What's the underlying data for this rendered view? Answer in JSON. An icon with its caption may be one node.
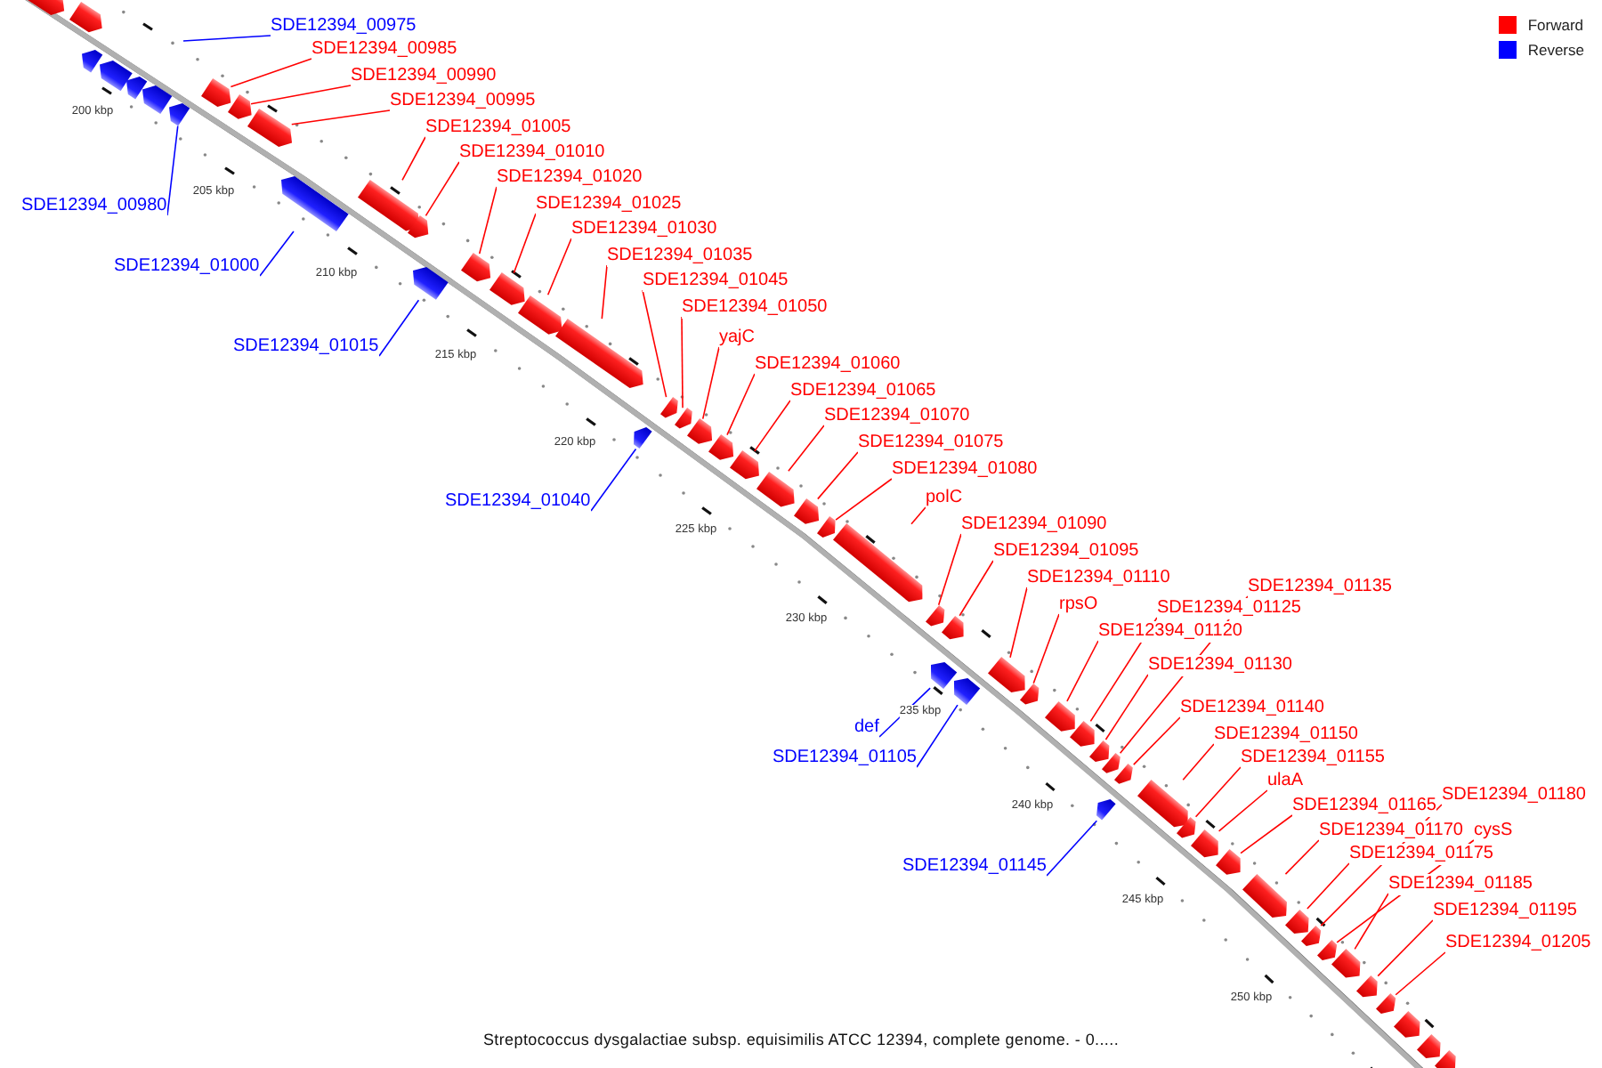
{
  "diagram": {
    "caption": "Streptococcus dysgalactiae subsp. equisimilis ATCC 12394, complete genome. - 0.....",
    "nodes": [
      {
        "text": [
          "SDE12394_00975"
        ]
      },
      {
        "text": [
          "SDE12394_00980"
        ]
      },
      {
        "text": [
          "SDE12394_01000"
        ]
      },
      {
        "text": [
          "SDE12394_01015"
        ]
      },
      {
        "text": [
          "SDE12394_01040"
        ]
      },
      {
        "text": [
          "def"
        ]
      },
      {
        "text": [
          "SDE12394_01105"
        ]
      },
      {
        "text": [
          "SDE12394_01145"
        ]
      },
      {
        "text": [
          "SDE12394_00985"
        ]
      },
      {
        "text": [
          "SDE12394_00990"
        ]
      },
      {
        "text": [
          "SDE12394_00995"
        ]
      },
      {
        "text": [
          "SDE12394_01005"
        ]
      },
      {
        "text": [
          "SDE12394_01010"
        ]
      },
      {
        "text": [
          "SDE12394_01020"
        ]
      },
      {
        "text": [
          "SDE12394_01025"
        ]
      },
      {
        "text": [
          "SDE12394_01030"
        ]
      },
      {
        "text": [
          "SDE12394_01035"
        ]
      },
      {
        "text": [
          "SDE12394_01045"
        ]
      },
      {
        "text": [
          "SDE12394_01050"
        ]
      },
      {
        "text": [
          "yajC"
        ]
      },
      {
        "text": [
          "SDE12394_01060"
        ]
      },
      {
        "text": [
          "SDE12394_01065"
        ]
      },
      {
        "text": [
          "SDE12394_01070"
        ]
      },
      {
        "text": [
          "SDE12394_01075"
        ]
      },
      {
        "text": [
          "SDE12394_01080"
        ]
      },
      {
        "text": [
          "polC"
        ]
      },
      {
        "text": [
          "SDE12394_01090"
        ]
      },
      {
        "text": [
          "SDE12394_01095"
        ]
      },
      {
        "text": [
          "SDE12394_01110"
        ]
      },
      {
        "text": [
          "rpsO"
        ]
      },
      {
        "text": [
          "SDE12394_01120"
        ]
      },
      {
        "text": [
          "SDE12394_01125"
        ]
      },
      {
        "text": [
          "SDE12394_01130"
        ]
      },
      {
        "text": [
          "SDE12394_01135"
        ]
      },
      {
        "text": [
          "SDE12394_01140"
        ]
      },
      {
        "text": [
          "SDE12394_01150"
        ]
      },
      {
        "text": [
          "SDE12394_01155"
        ]
      },
      {
        "text": [
          "ulaA"
        ]
      },
      {
        "text": [
          "SDE12394_01165"
        ]
      },
      {
        "text": [
          "SDE12394_01170"
        ]
      },
      {
        "text": [
          "SDE12394_01180"
        ]
      },
      {
        "text": [
          "cysS"
        ]
      },
      {
        "text": [
          "SDE12394_01175"
        ]
      },
      {
        "text": [
          "SDE12394_01185"
        ]
      },
      {
        "text": [
          "SDE12394_01195"
        ]
      },
      {
        "text": [
          "SDE12394_01205"
        ]
      },
      {
        "text": [],
        "shape": "bar"
      },
      {
        "text": [],
        "shape": "bar"
      },
      {
        "text": [],
        "shape": "bar"
      },
      {
        "text": [],
        "shape": "bar"
      },
      {
        "text": [],
        "shape": "bar"
      },
      {
        "text": [],
        "shape": "bar"
      },
      {
        "text": [],
        "shape": "bar"
      },
      {
        "text": [],
        "shape": "bar"
      },
      {
        "text": [],
        "shape": "bar"
      },
      {
        "text": [],
        "shape": "bar"
      },
      {
        "text": [],
        "shape": "bar"
      },
      {
        "text": [],
        "shape": "bar"
      },
      {
        "text": [],
        "shape": "bar"
      },
      {
        "text": [],
        "shape": "bar"
      },
      {
        "text": [],
        "shape": "bar"
      },
      {
        "text": [],
        "shape": "bar"
      },
      {
        "text": [],
        "shape": "bar"
      },
      {
        "text": [],
        "shape": "bar"
      },
      {
        "text": [],
        "shape": "bar"
      },
      {
        "text": [],
        "shape": "bar"
      },
      {
        "text": [],
        "shape": "bar"
      },
      {
        "text": [],
        "shape": "bar"
      },
      {
        "text": [],
        "shape": "bar"
      },
      {
        "text": [],
        "shape": "bar"
      },
      {
        "text": [],
        "shape": "bar"
      },
      {
        "text": [],
        "shape": "bar"
      },
      {
        "text": [],
        "shape": "bar"
      },
      {
        "text": [],
        "shape": "bar"
      },
      {
        "text": [],
        "shape": "bar"
      },
      {
        "text": [],
        "shape": "bar"
      },
      {
        "text": [],
        "shape": "bar"
      },
      {
        "text": [],
        "shape": "bar"
      },
      {
        "text": [],
        "shape": "bar"
      },
      {
        "text": [],
        "shape": "bar"
      },
      {
        "text": [],
        "shape": "bar"
      },
      {
        "text": [],
        "shape": "bar"
      },
      {
        "text": [],
        "shape": "bar"
      },
      {
        "text": [],
        "shape": "bar"
      },
      {
        "text": [],
        "shape": "bar"
      },
      {
        "text": [],
        "shape": "bar"
      },
      {
        "text": [],
        "shape": "bar"
      },
      {
        "text": [],
        "shape": "bar"
      },
      {
        "text": [],
        "shape": "bar"
      },
      {
        "text": [],
        "shape": "bar"
      },
      {
        "text": [],
        "shape": "bar"
      },
      {
        "text": [],
        "shape": "bar"
      },
      {
        "text": [],
        "shape": "bar"
      },
      {
        "text": [],
        "shape": "bar"
      },
      {
        "text": [],
        "shape": "bar"
      },
      {
        "text": [],
        "shape": "bar"
      },
      {
        "text": [],
        "shape": "bar"
      },
      {
        "text": [],
        "shape": "bar"
      },
      {
        "text": [],
        "shape": "bar"
      },
      {
        "text": [],
        "shape": "bar"
      }
    ],
    "edges": [
      {
        "from": 0,
        "to": null,
        "arrow": "none",
        "color": "#0000ff"
      },
      {
        "from": 1,
        "to": 52,
        "arrow": "none",
        "color": "#0000ff"
      },
      {
        "from": 2,
        "to": 56,
        "arrow": "none",
        "color": "#0000ff"
      },
      {
        "from": 3,
        "to": 59,
        "arrow": "none",
        "color": "#0000ff"
      },
      {
        "from": 4,
        "to": 64,
        "arrow": "none",
        "color": "#0000ff"
      },
      {
        "from": 5,
        "to": 74,
        "arrow": "none",
        "color": "#0000ff"
      },
      {
        "from": 6,
        "to": 75,
        "arrow": "none",
        "color": "#0000ff"
      },
      {
        "from": 7,
        "to": 86,
        "arrow": "none",
        "color": "#0000ff"
      },
      {
        "from": 8,
        "to": 53,
        "arrow": "none"
      },
      {
        "from": 9,
        "to": 54,
        "arrow": "none"
      },
      {
        "from": 10,
        "to": 55,
        "arrow": "none"
      },
      {
        "from": 11,
        "to": 57,
        "arrow": "none"
      },
      {
        "from": 12,
        "to": 58,
        "arrow": "none"
      },
      {
        "from": 13,
        "to": 60,
        "arrow": "none"
      },
      {
        "from": 14,
        "to": 61,
        "arrow": "none"
      },
      {
        "from": 15,
        "to": 62,
        "arrow": "none"
      },
      {
        "from": 16,
        "to": 63,
        "arrow": "none"
      },
      {
        "from": 17,
        "to": 65,
        "arrow": "none"
      },
      {
        "from": 18,
        "to": 66,
        "arrow": "none"
      },
      {
        "from": 19,
        "to": 67,
        "arrow": "none"
      },
      {
        "from": 20,
        "to": 68,
        "arrow": "none"
      },
      {
        "from": 21,
        "to": 69,
        "arrow": "none"
      },
      {
        "from": 22,
        "to": 70,
        "arrow": "none"
      },
      {
        "from": 23,
        "to": 71,
        "arrow": "none"
      },
      {
        "from": 24,
        "to": 72,
        "arrow": "none"
      },
      {
        "from": 25,
        "to": 73,
        "arrow": "none"
      },
      {
        "from": 26,
        "to": 76,
        "arrow": "none"
      },
      {
        "from": 27,
        "to": 77,
        "arrow": "none"
      },
      {
        "from": 28,
        "to": 78,
        "arrow": "none"
      },
      {
        "from": 29,
        "to": 79,
        "arrow": "none"
      },
      {
        "from": 30,
        "to": 80,
        "arrow": "none"
      },
      {
        "from": 31,
        "to": 81,
        "arrow": "none"
      },
      {
        "from": 32,
        "to": 82,
        "arrow": "none"
      },
      {
        "from": 33,
        "to": 83,
        "arrow": "none"
      },
      {
        "from": 34,
        "to": 84,
        "arrow": "none"
      },
      {
        "from": 35,
        "to": 85,
        "arrow": "none"
      },
      {
        "from": 36,
        "to": 87,
        "arrow": "none"
      },
      {
        "from": 37,
        "to": 88,
        "arrow": "none"
      },
      {
        "from": 38,
        "to": 89,
        "arrow": "none"
      },
      {
        "from": 39,
        "to": 90,
        "arrow": "none"
      },
      {
        "from": 40,
        "to": 92,
        "arrow": "none"
      },
      {
        "from": 41,
        "to": 93,
        "arrow": "none"
      },
      {
        "from": 42,
        "to": 91,
        "arrow": "none"
      },
      {
        "from": 43,
        "to": 94,
        "arrow": "none"
      },
      {
        "from": 44,
        "to": 95,
        "arrow": "none"
      },
      {
        "from": 45,
        "to": 96,
        "arrow": "none"
      }
    ],
    "labels": [
      "200 kbp",
      "205 kbp",
      "210 kbp",
      "215 kbp",
      "220 kbp",
      "225 kbp",
      "230 kbp",
      "235 kbp",
      "240 kbp",
      "245 kbp",
      "250 kbp"
    ],
    "legend": [
      {
        "text": "Forward",
        "color": "#ff0000"
      },
      {
        "text": "Reverse",
        "color": "#0000ff"
      }
    ]
  }
}
